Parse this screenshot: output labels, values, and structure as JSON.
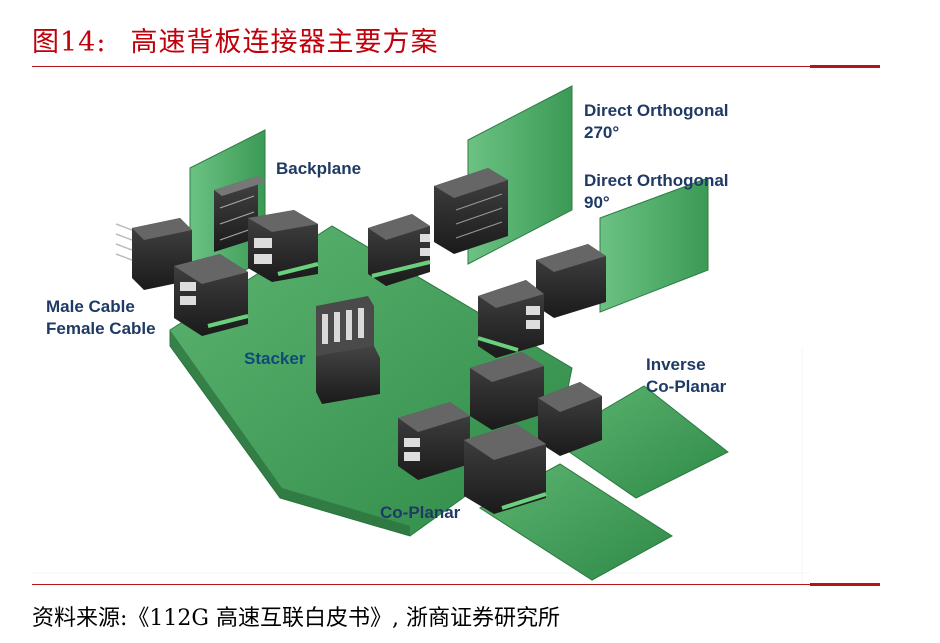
{
  "figure": {
    "number": "图14:",
    "title": "高速背板连接器主要方案"
  },
  "labels": {
    "backplane": "Backplane",
    "direct_orthogonal_270_line1": "Direct Orthogonal",
    "direct_orthogonal_270_line2": "270°",
    "direct_orthogonal_90_line1": "Direct Orthogonal",
    "direct_orthogonal_90_line2": "90°",
    "male_cable": "Male Cable",
    "female_cable": "Female Cable",
    "stacker": "Stacker",
    "inverse_line1": "Inverse",
    "inverse_line2": "Co-Planar",
    "co_planar": "Co-Planar"
  },
  "source": "资料来源:《112G 高速互联白皮书》, 浙商证券研究所",
  "colors": {
    "title_red": "#c0000b",
    "rule_red": "#b3141b",
    "board_green": "#3f9a56",
    "board_light": "#6bc07e",
    "connector_dark": "#2a2a2a",
    "label_navy": "#1f3a64"
  }
}
